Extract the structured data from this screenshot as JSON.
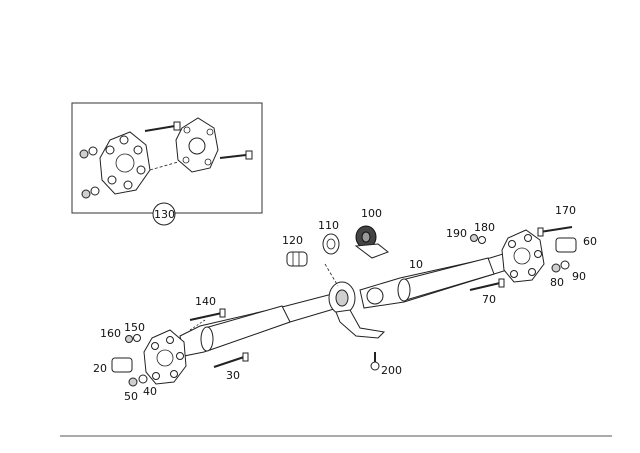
{
  "callouts": {
    "c10": "10",
    "c20": "20",
    "c30": "30",
    "c40": "40",
    "c50": "50",
    "c60": "60",
    "c70": "70",
    "c80": "80",
    "c90": "90",
    "c100": "100",
    "c110": "110",
    "c120": "120",
    "c130": "130",
    "c140": "140",
    "c150": "150",
    "c160": "160",
    "c170": "170",
    "c180": "180",
    "c190": "190",
    "c200": "200"
  }
}
